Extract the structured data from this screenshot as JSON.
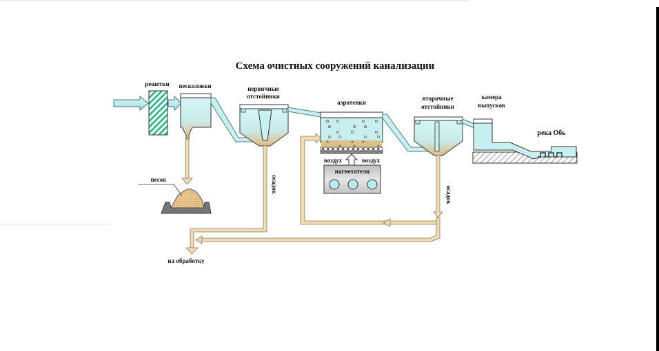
{
  "title": "Схема очистных сооружений канализации",
  "labels": {
    "screens": "решетки",
    "sand_traps": "песколовки",
    "sand": "песок",
    "primary_settlers_line1": "первичные",
    "primary_settlers_line2": "отстойники",
    "aerotanks": "аэротенки",
    "air_left": "воздух",
    "air_right": "воздух",
    "blowers": "нагнетатели",
    "secondary_settlers_line1": "вторичные",
    "secondary_settlers_line2": "отстойники",
    "outlet_chamber_line1": "камера",
    "outlet_chamber_line2": "выпусков",
    "river": "река Обь",
    "sludge_primary": "осадок",
    "sludge_secondary": "осадок",
    "to_treatment": "на обработку"
  },
  "colors": {
    "water": "#c8f0f0",
    "water_dark": "#9fd8d8",
    "sludge": "#e8c896",
    "pipe_beige": "#f0dcb4",
    "screen_green": "#3cb88c",
    "outline": "#333333",
    "blower_gray": "#d0d0d0",
    "ground_hatch": "#bbbbbb"
  }
}
